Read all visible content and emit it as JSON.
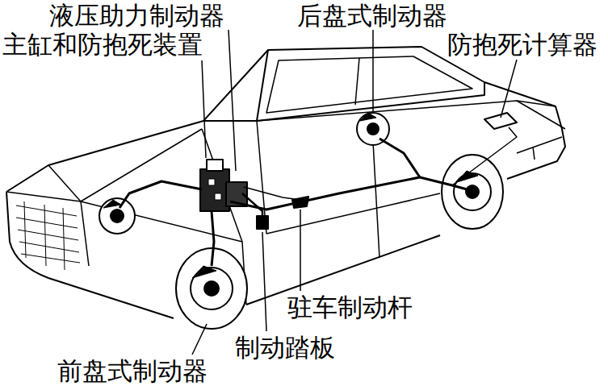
{
  "diagram": {
    "labels": [
      "液压助力制动器",
      "后盘式制动器",
      "主缸和防抱死装置",
      "防抱死计算器",
      "驻车制动杆",
      "制动踏板",
      "前盘式制动器"
    ]
  }
}
